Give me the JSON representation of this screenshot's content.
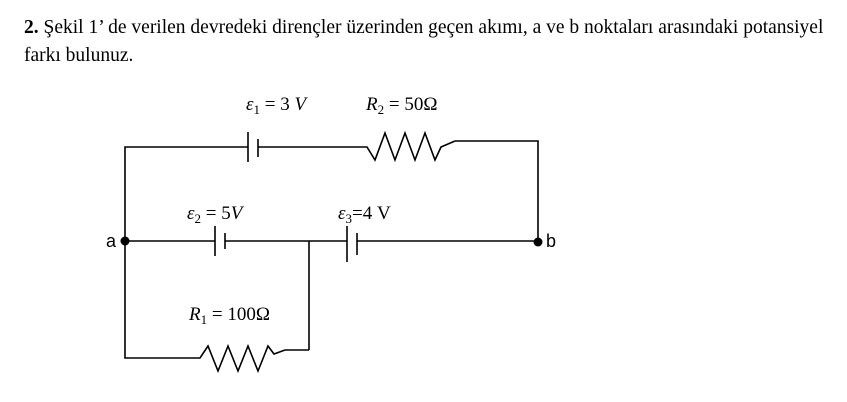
{
  "question": {
    "number": "2.",
    "text": "Şekil 1’ de verilen devredeki dirençler üzerinden geçen akımı, a ve b noktaları arasındaki potansiyel farkı bulunuz."
  },
  "circuit": {
    "e1": {
      "symbol": "ε",
      "sub": "1",
      "rest": " = 3 ",
      "unit": "V"
    },
    "r2": {
      "symbol": "R",
      "sub": "2",
      "rest": " = 50Ω"
    },
    "e2": {
      "symbol": "ε",
      "sub": "2",
      "rest": " = 5",
      "unit": "V"
    },
    "e3": {
      "symbol": "ε",
      "sub": "3",
      "rest": "=4 V"
    },
    "r1": {
      "symbol": "R",
      "sub": "1",
      "rest": " = 100Ω"
    },
    "node_a": "a",
    "node_b": "b"
  }
}
